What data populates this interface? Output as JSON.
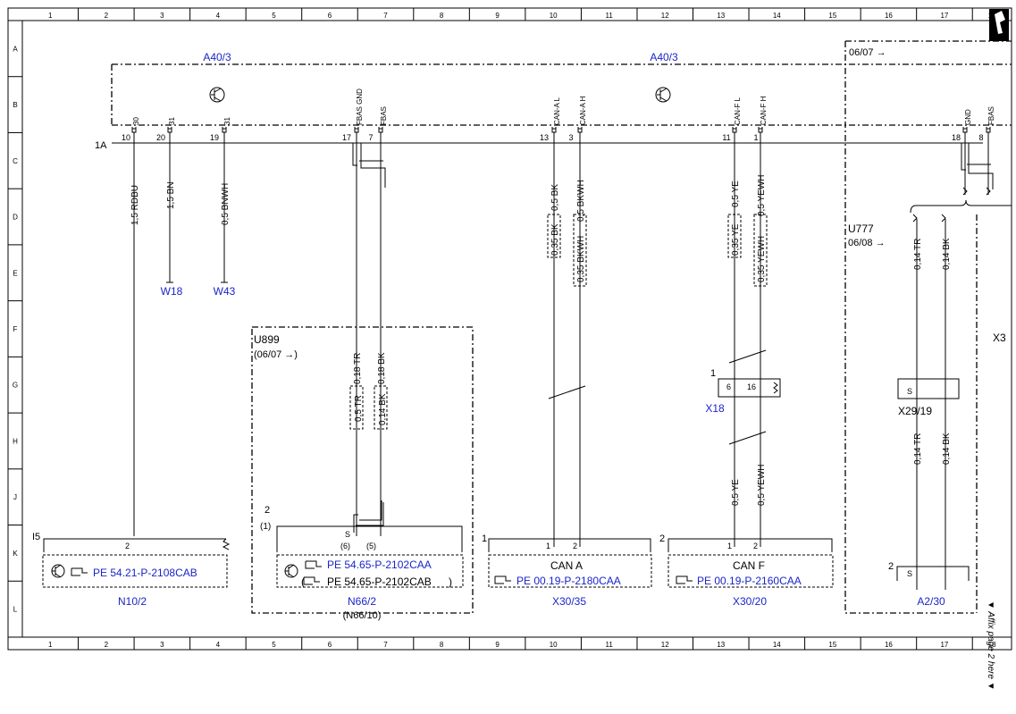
{
  "border": {
    "columns": [
      "1",
      "2",
      "3",
      "4",
      "5",
      "6",
      "7",
      "8",
      "9",
      "10",
      "11",
      "12",
      "13",
      "14",
      "15",
      "16",
      "17",
      "18"
    ],
    "rows": [
      "A",
      "B",
      "C",
      "D",
      "E",
      "F",
      "G",
      "H",
      "J",
      "K",
      "L"
    ]
  },
  "top_labels": {
    "a40_left": "A40/3",
    "a40_right": "A40/3",
    "version_right": "06/07 →",
    "bus_1a": "1A"
  },
  "a40_pins": [
    {
      "name": "30",
      "pin": "10"
    },
    {
      "name": "31",
      "pin": "20"
    },
    {
      "name": "31",
      "pin": "19"
    },
    {
      "name": "FBAS GND",
      "pin": "17"
    },
    {
      "name": "FBAS",
      "pin": "7"
    },
    {
      "name": "CAN-A L",
      "pin": "13"
    },
    {
      "name": "CAN-A H",
      "pin": "3"
    },
    {
      "name": "CAN-F L",
      "pin": "11"
    },
    {
      "name": "CAN-F H",
      "pin": "1"
    },
    {
      "name": "GND",
      "pin": "18"
    },
    {
      "name": "FBAS",
      "pin": "8"
    }
  ],
  "wires": {
    "w1": "1,5 RDBU",
    "w2": "1,5 BN",
    "w3": "0,5 BNWH",
    "w4a": "0,18 TR",
    "w4b": "0,5 TR",
    "w5a": "0,18 BK",
    "w5b": "0,14 BK",
    "w6a": "0,5 BK",
    "w6b": "0,35 BK",
    "w7a": "0,5 BKWH",
    "w7b": "0,35 BKWH",
    "w8a": "0,5 YE",
    "w8b": "0,35 YE",
    "w8c": "0,5 YE",
    "w9a": "0,5 YEWH",
    "w9b": "0,35 YEWH",
    "w9c": "0,5 YEWH",
    "w10a": "0,14 TR",
    "w10b": "0,14 TR",
    "w11a": "0,14 BK",
    "w11b": "0,14 BK"
  },
  "grounds": {
    "g1": "W18",
    "g2": "W43"
  },
  "u899": {
    "label": "U899",
    "version": "(06/07 →)",
    "num": "2",
    "num_paren": "(1)",
    "s": "S",
    "pin_6": "(6)",
    "pin_5": "(5)"
  },
  "x18": {
    "label": "X18",
    "num": "1",
    "pin_a": "6",
    "pin_b": "16"
  },
  "u777": {
    "label": "U777",
    "version": "06/08 →"
  },
  "x29": {
    "label": "X29/19",
    "s": "S"
  },
  "x3_partial": "X3",
  "components": {
    "n10": {
      "index": "I5",
      "pin": "2",
      "ref": "PE 54.21-P-2108CAB",
      "name": "N10/2"
    },
    "n66": {
      "ref": "PE 54.65-P-2102CAA",
      "ref2": "PE 54.65-P-2102CAB",
      "ref2_paren_open": "(",
      "ref2_paren_close": ")",
      "name": "N66/2",
      "name2": "(N66/10)"
    },
    "x30_35": {
      "num": "1",
      "pin_a": "1",
      "pin_b": "2",
      "bus": "CAN A",
      "ref": "PE 00.19-P-2180CAA",
      "name": "X30/35"
    },
    "x30_20": {
      "num": "2",
      "pin_a": "1",
      "pin_b": "2",
      "bus": "CAN F",
      "ref": "PE 00.19-P-2160CAA",
      "name": "X30/20"
    },
    "a2_30": {
      "num": "2",
      "s": "S",
      "name": "A2/30"
    }
  },
  "affix_note": "▼ Affix page 2 here ▼"
}
